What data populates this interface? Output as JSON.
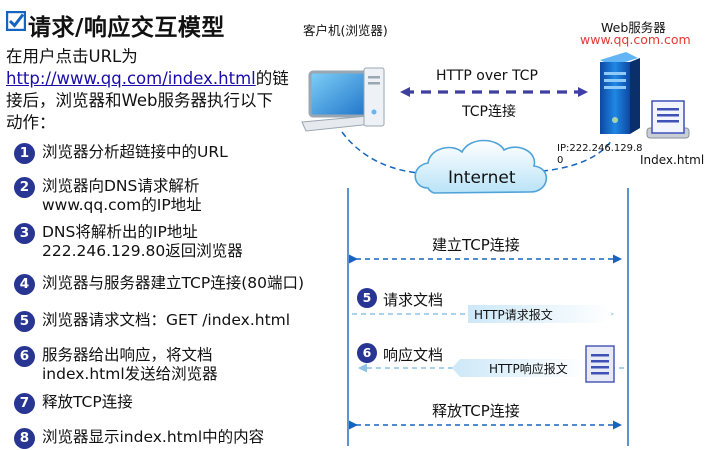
{
  "title": "请求/响应交互模型",
  "intro": {
    "line1": "在用户点击URL为",
    "url": "http://www.qq.com/index.html",
    "line2_suffix": "的链",
    "line3": "接后，浏览器和Web服务器执行以下",
    "line4": "动作："
  },
  "steps": [
    {
      "num": "1",
      "text": "浏览器分析超链接中的URL"
    },
    {
      "num": "2",
      "text": "浏览器向DNS请求解析",
      "text2": "www.qq.com的IP地址"
    },
    {
      "num": "3",
      "text": "DNS将解析出的IP地址",
      "text2": "222.246.129.80返回浏览器"
    },
    {
      "num": "4",
      "text": "浏览器与服务器建立TCP连接(80端口)"
    },
    {
      "num": "5",
      "text": "浏览器请求文档：GET /index.html"
    },
    {
      "num": "6",
      "text": "服务器给出响应，将文档",
      "text2": "index.html发送给浏览器"
    },
    {
      "num": "7",
      "text": "释放TCP连接"
    },
    {
      "num": "8",
      "text": "浏览器显示index.html中的内容"
    }
  ],
  "diagram": {
    "client_label": "客户机(浏览器)",
    "server_label": "Web服务器",
    "server_domain": "www.qq.com.com",
    "http_over_tcp": "HTTP over TCP",
    "tcp_connection": "TCP连接",
    "ip_label": "IP:222.246.129.8",
    "ip_label_line2": "0",
    "index_file": "Index.html",
    "internet": "Internet"
  },
  "sequence": {
    "establish": "建立TCP连接",
    "request_num": "5",
    "request_doc": "请求文档",
    "http_request_msg": "HTTP请求报文",
    "response_num": "6",
    "response_doc": "响应文档",
    "http_response_msg": "HTTP响应报文",
    "release": "释放TCP连接"
  },
  "colors": {
    "accent": "#283593",
    "arrow_blue": "#1565c0",
    "dashed_navy": "#3f3f9f",
    "domain_red": "#e53935"
  }
}
